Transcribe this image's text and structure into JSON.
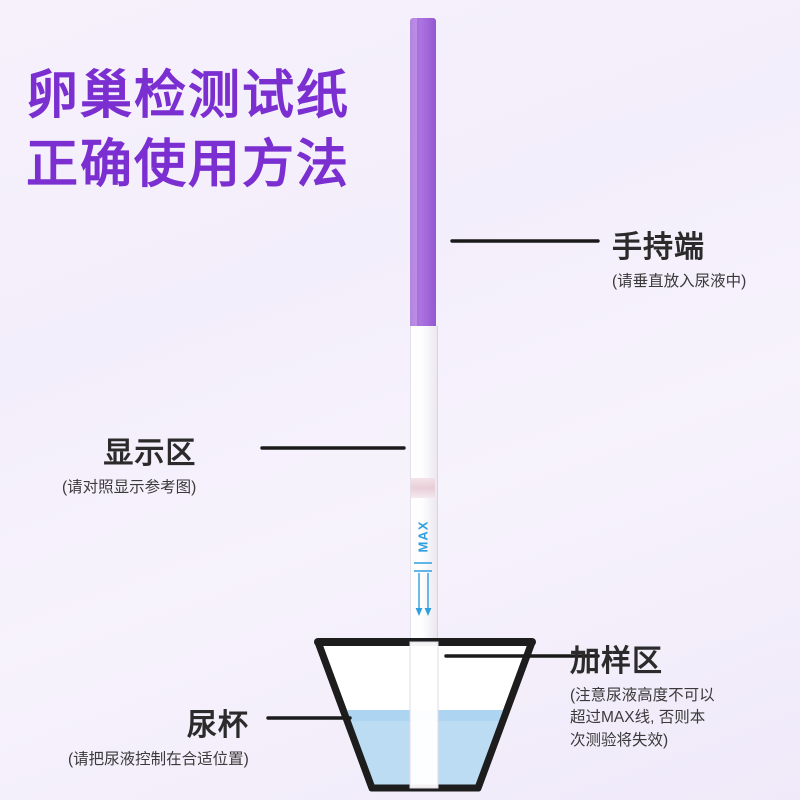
{
  "title": {
    "line1": "卵巢检测试纸",
    "line2": "正确使用方法",
    "color": "#7b2fd0"
  },
  "strip": {
    "max_label": "MAX",
    "max_label_color": "#2f9fe0",
    "handle_color": "#9f62d8",
    "body_color": "#ffffff"
  },
  "cup": {
    "liquid_color": "#bcdcf4",
    "outline_color": "#222222"
  },
  "callouts": [
    {
      "id": "handle",
      "head": "手持端",
      "sub": "(请垂直放入尿液中)",
      "side": "right"
    },
    {
      "id": "display",
      "head": "显示区",
      "sub": "(请对照显示参考图)",
      "side": "left"
    },
    {
      "id": "sample",
      "head": "加样区",
      "sub_line1": "(注意尿液高度不可以",
      "sub_line2": "超过MAX线, 否则本",
      "sub_line3": "次测验将失效)",
      "side": "right"
    },
    {
      "id": "cup",
      "head": "尿杯",
      "sub": "(请把尿液控制在合适位置)",
      "side": "left"
    }
  ]
}
